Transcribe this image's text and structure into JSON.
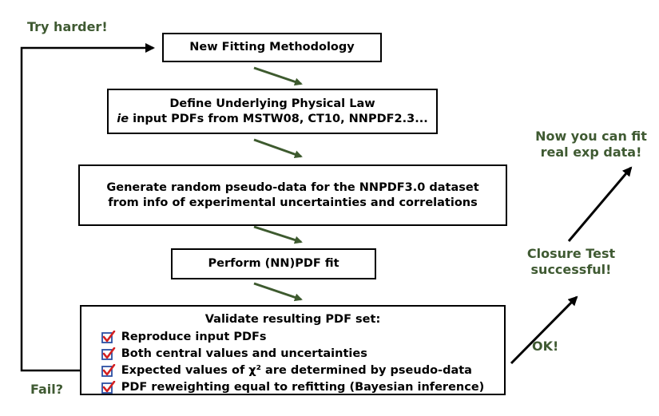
{
  "labels": {
    "try_harder": "Try harder!",
    "fail": "Fail?",
    "ok": "OK!",
    "closure_line1": "Closure Test",
    "closure_line2": "successful!",
    "now_line1": "Now you can fit",
    "now_line2": "real exp data!"
  },
  "boxes": {
    "new_method": "New Fitting Methodology",
    "define_line1": "Define Underlying Physical Law",
    "define_ie": "ie",
    "define_line2_rest": " input PDFs from MSTW08, CT10, NNPDF2.3...",
    "generate_line1": "Generate random pseudo-data for the NNPDF3.0 dataset",
    "generate_line2": "from info of experimental uncertainties and correlations",
    "perform": "Perform (NN)PDF fit",
    "validate_title": "Validate resulting PDF set:",
    "validate_items": [
      "Reproduce input PDFs",
      "Both central values and uncertainties",
      "Expected values of χ² are determined by pseudo-data",
      "PDF reweighting equal to refitting (Bayesian inference)"
    ]
  },
  "colors": {
    "green_text": "#3f5a32",
    "green_arrow": "#3d5a2e",
    "check_red": "#d42020",
    "check_blue": "#2b4fa3"
  },
  "icons": {
    "checkbox": "checkbox-checked-icon"
  }
}
